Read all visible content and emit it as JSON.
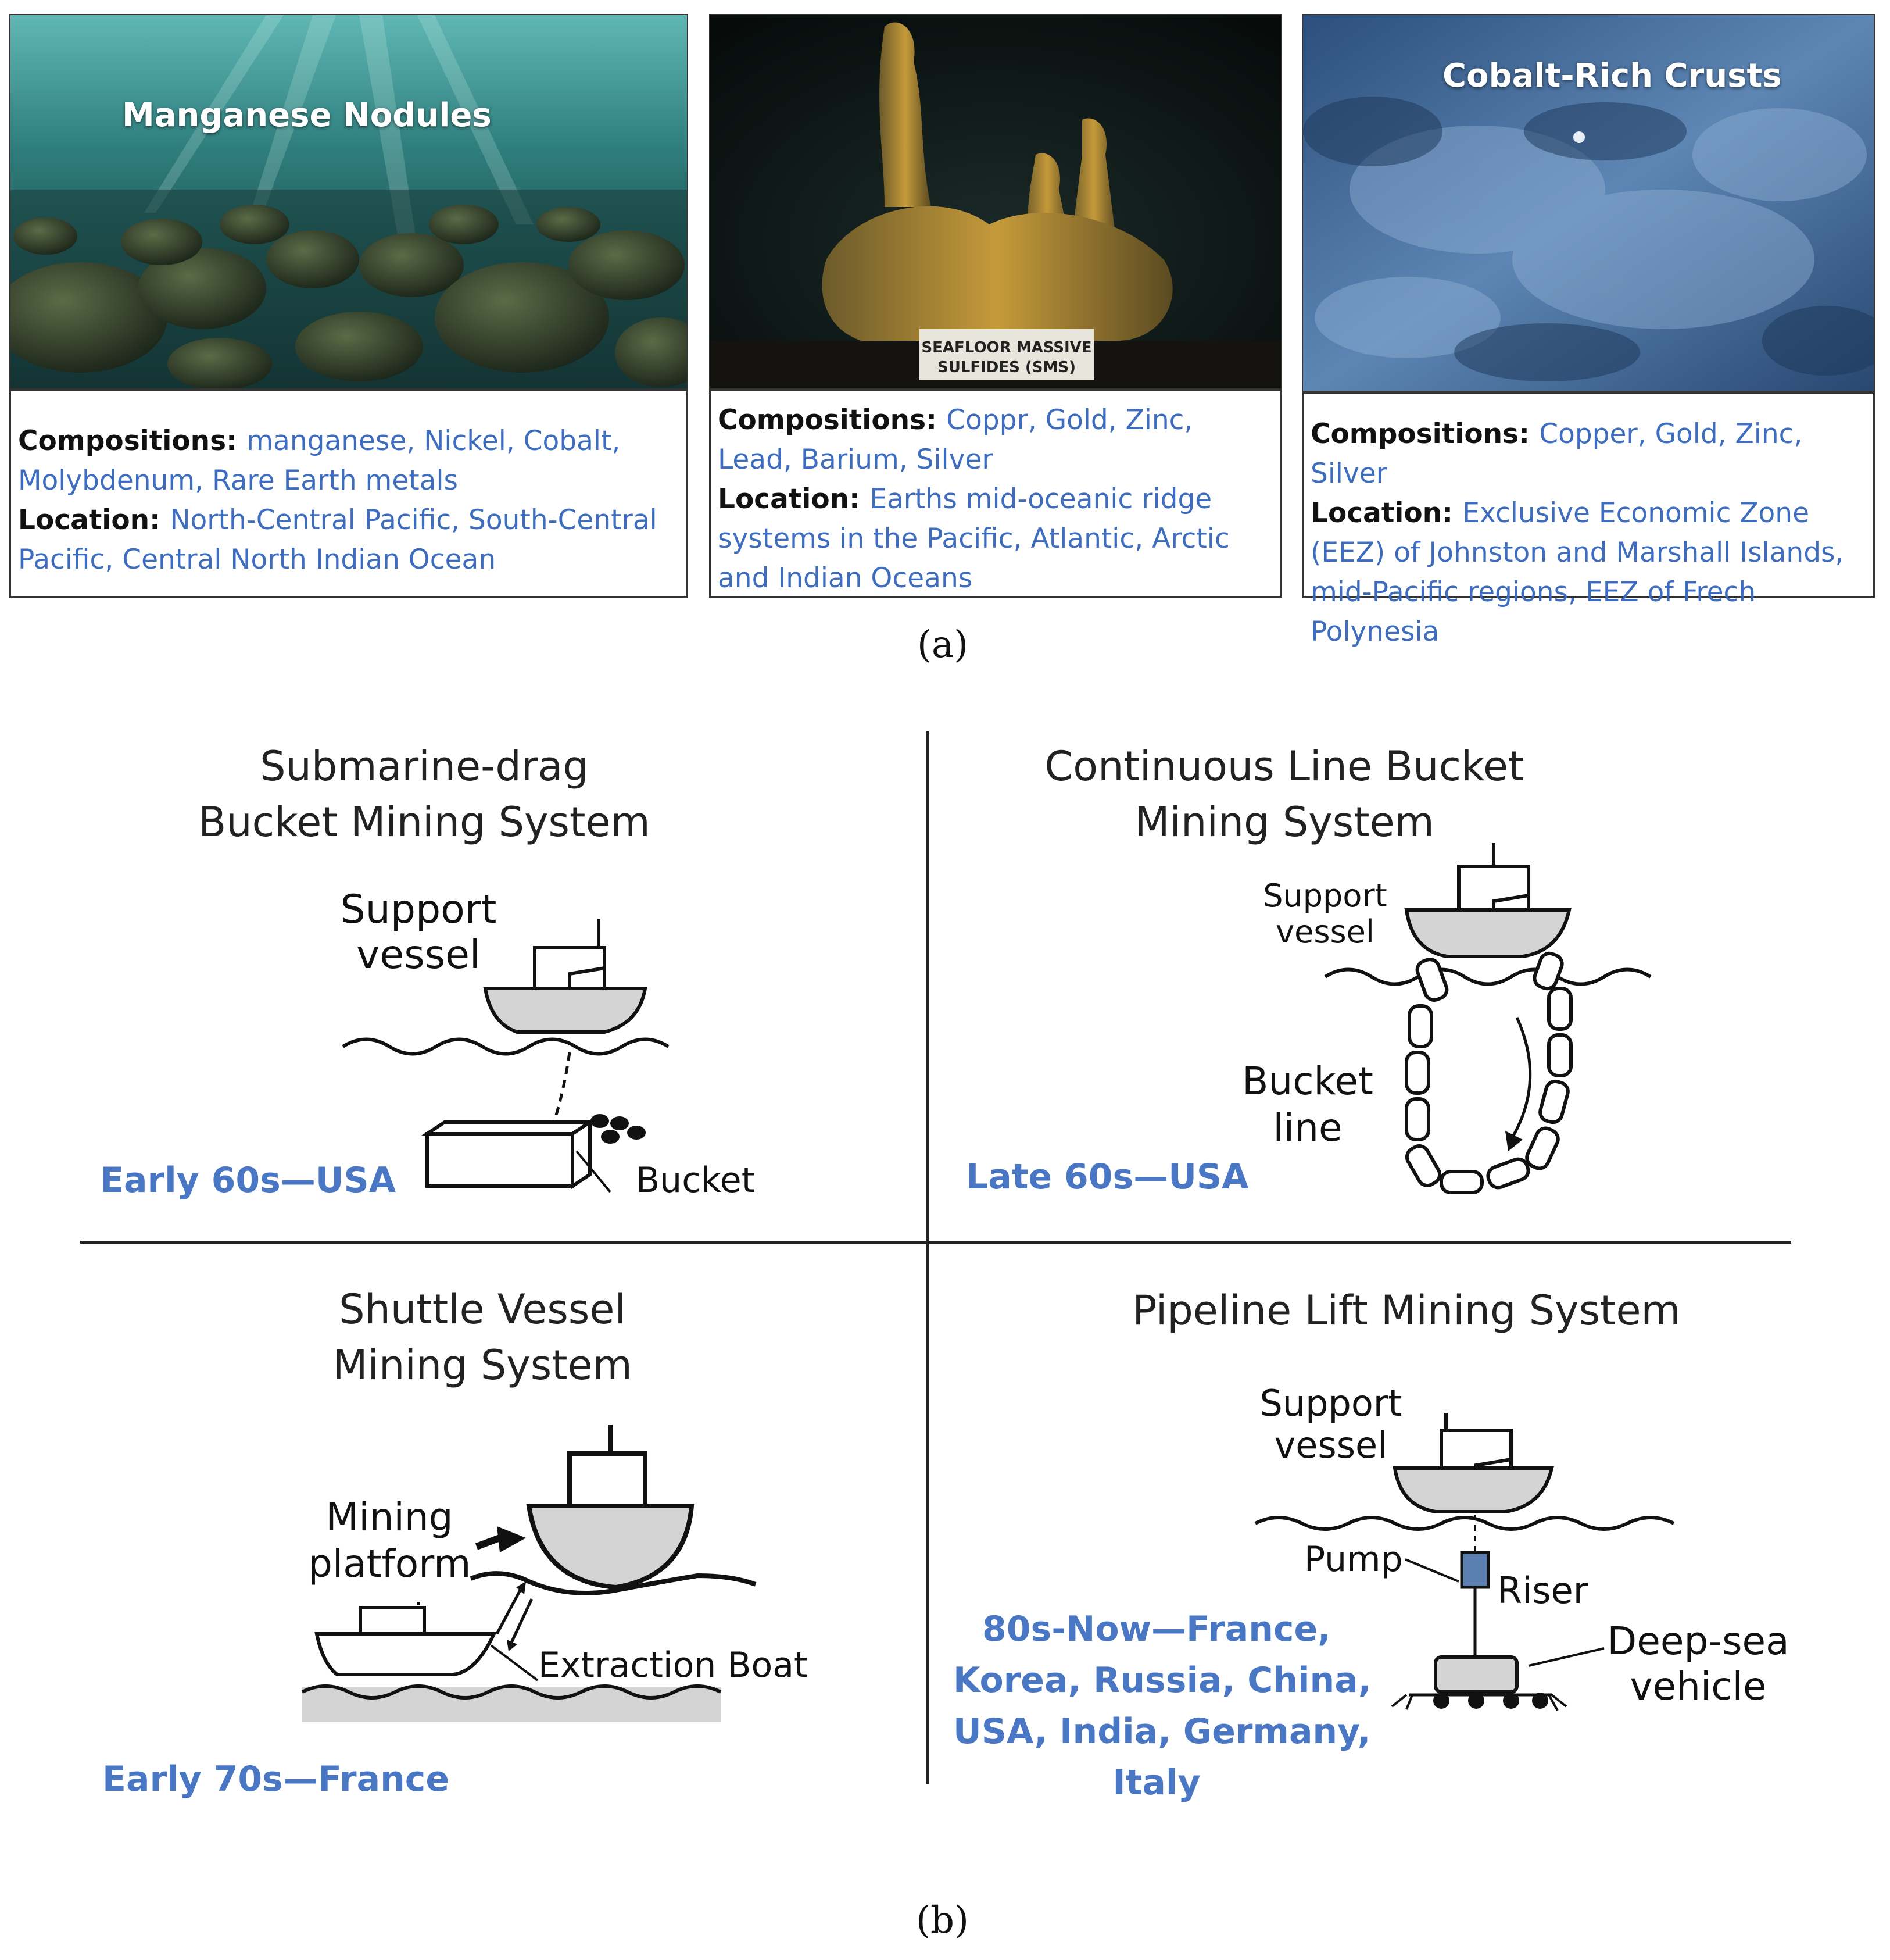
{
  "panel_a": {
    "caption": "(a)",
    "cards": [
      {
        "title": "Manganese Nodules",
        "compositions_label": "Compositions:",
        "compositions": "manganese, Nickel, Cobalt, Molybdenum, Rare Earth metals",
        "location_label": "Location:",
        "location": "North-Central Pacific, South-Central Pacific, Central North Indian Ocean"
      },
      {
        "title": "",
        "sign_line1": "SEAFLOOR MASSIVE",
        "sign_line2": "SULFIDES (SMS)",
        "compositions_label": "Compositions:",
        "compositions": "Coppr, Gold, Zinc, Lead, Barium, Silver",
        "location_label": "Location:",
        "location": "Earths mid-oceanic ridge systems in the Pacific, Atlantic, Arctic and Indian Oceans"
      },
      {
        "title": "Cobalt-Rich Crusts",
        "compositions_label": "Compositions:",
        "compositions": "Copper, Gold, Zinc, Silver",
        "location_label": "Location:",
        "location": "Exclusive Economic Zone (EEZ) of Johnston and Marshall Islands, mid-Pacific regions, EEZ of Frech Polynesia"
      }
    ]
  },
  "panel_b": {
    "caption": "(b)",
    "systems": [
      {
        "title_line1": "Submarine-drag",
        "title_line2": "Bucket Mining System",
        "labels": {
          "vessel_line1": "Support",
          "vessel_line2": "vessel",
          "bucket": "Bucket"
        },
        "era": "Early 60s—USA"
      },
      {
        "title_line1": "Continuous Line Bucket",
        "title_line2": "Mining System",
        "labels": {
          "vessel_line1": "Support",
          "vessel_line2": "vessel",
          "bucket_line1": "Bucket",
          "bucket_line2": "line"
        },
        "era": "Late 60s—USA"
      },
      {
        "title_line1": "Shuttle Vessel",
        "title_line2": "Mining System",
        "labels": {
          "platform_line1": "Mining",
          "platform_line2": "platform",
          "boat": "Extraction Boat"
        },
        "era": "Early 70s—France"
      },
      {
        "title_line1": "Pipeline Lift Mining System",
        "labels": {
          "vessel_line1": "Support",
          "vessel_line2": "vessel",
          "pump": "Pump",
          "riser": "Riser",
          "vehicle_line1": "Deep-sea",
          "vehicle_line2": "vehicle"
        },
        "era_lines": [
          "80s-Now—France,",
          "Korea, Russia, China,",
          "USA, India, Germany,",
          "Italy"
        ]
      }
    ]
  },
  "colors": {
    "accent_blue": "#4a77c4",
    "text_blue": "#3e6dbf",
    "hull_gray": "#d4d4d4",
    "pump_blue": "#5b7fb0"
  }
}
